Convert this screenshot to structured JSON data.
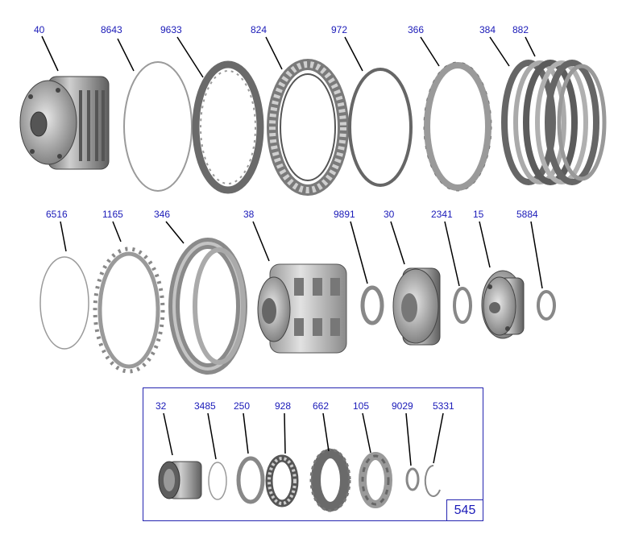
{
  "parts_row1": [
    "40",
    "8643",
    "9633",
    "824",
    "972",
    "366",
    "384",
    "882"
  ],
  "parts_row2": [
    "6516",
    "1165",
    "346",
    "38",
    "9891",
    "30",
    "2341",
    "15",
    "5884"
  ],
  "kit_parts": [
    "32",
    "3485",
    "250",
    "928",
    "662",
    "105",
    "9029",
    "5331"
  ],
  "kit_number": "545",
  "colors": {
    "label": "#1a1ab8",
    "box": "#2424b0",
    "leader": "#000000"
  }
}
